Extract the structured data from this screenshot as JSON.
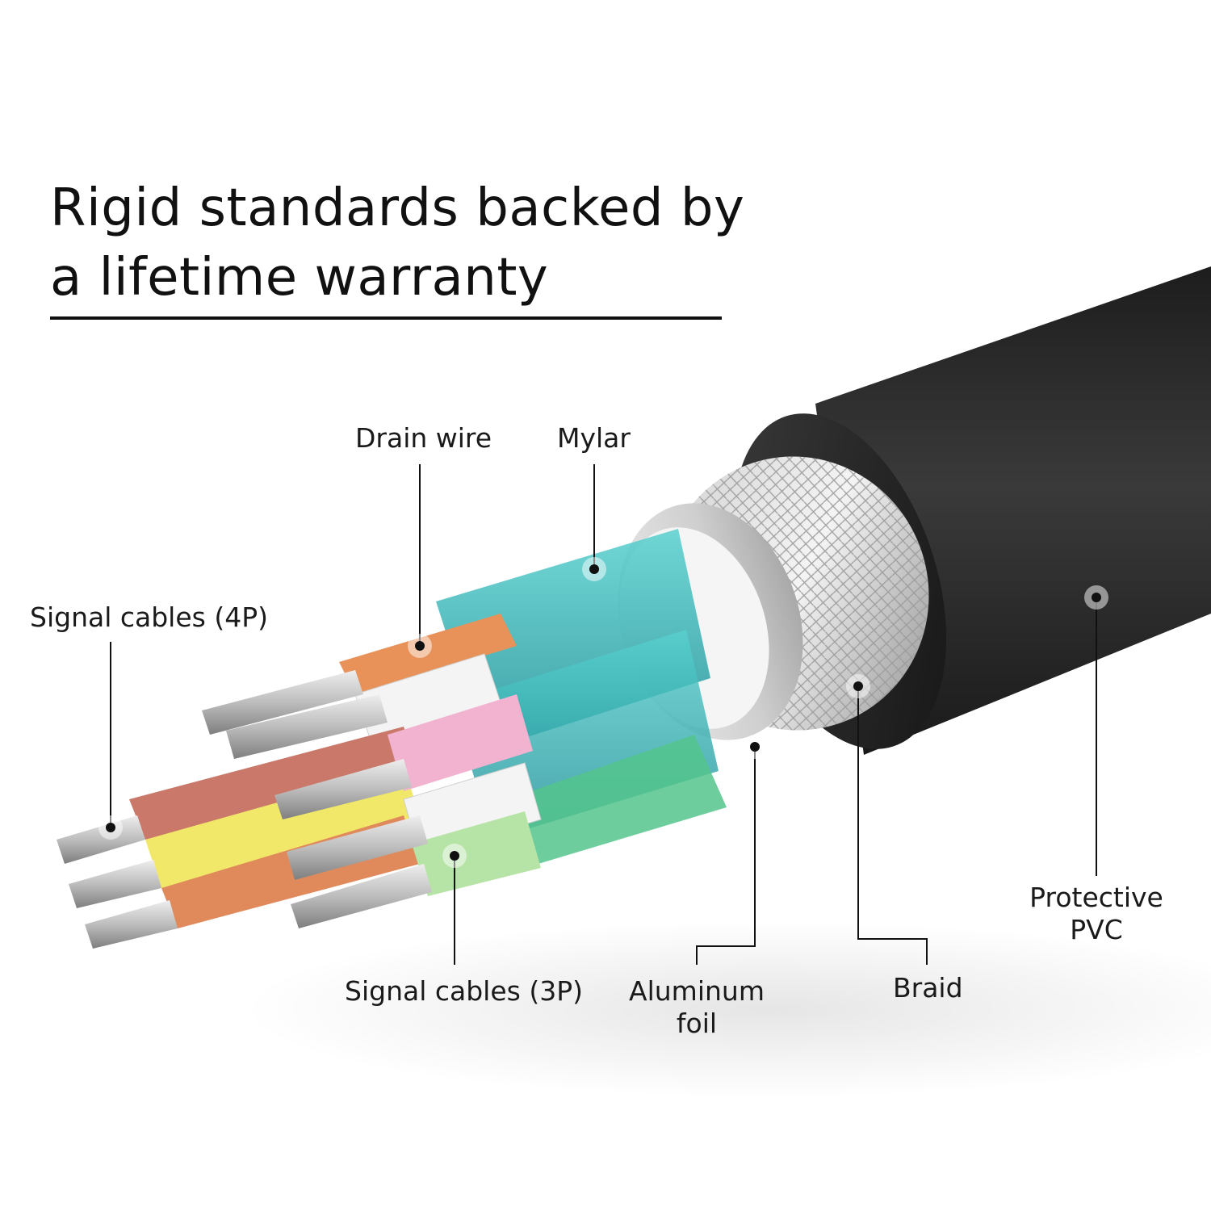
{
  "title": {
    "line1": "Rigid standards backed by",
    "line2": "a lifetime warranty"
  },
  "callouts": {
    "signal_4p": "Signal cables (4P)",
    "drain_wire": "Drain wire",
    "mylar": "Mylar",
    "signal_3p": "Signal cables (3P)",
    "aluminum_foil_1": "Aluminum",
    "aluminum_foil_2": "foil",
    "braid": "Braid",
    "protective_pvc_1": "Protective",
    "protective_pvc_2": "PVC"
  },
  "colors": {
    "jacket": "#2b2b2b",
    "braid": "#b8b8b8",
    "foil": "#d9d9d9",
    "mylar": "#2fb3b8",
    "wire_white": "#f4f4f4",
    "wire_orange": "#e8925a",
    "wire_pink": "#f2b3d0",
    "wire_yellow": "#f1e86a",
    "wire_red": "#c9786a",
    "wire_green": "#b6e3a6",
    "strand": "#c8c8c8"
  }
}
